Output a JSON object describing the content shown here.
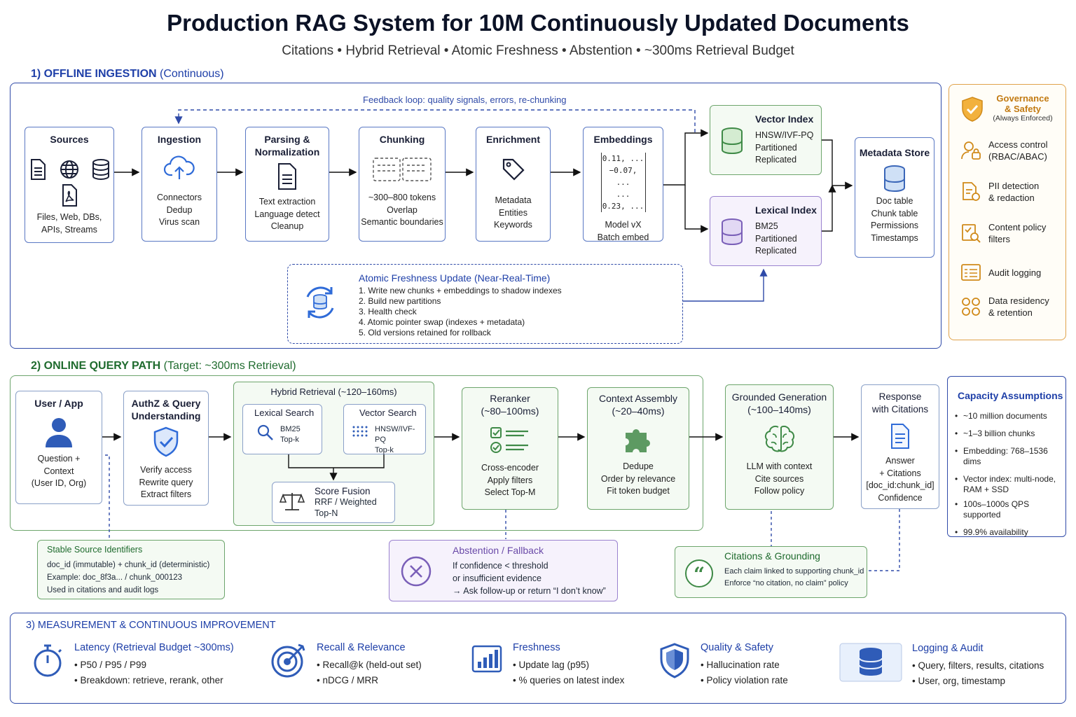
{
  "header": {
    "title": "Production RAG System for 10M Continuously Updated Documents",
    "subtitle": "Citations • Hybrid Retrieval • Atomic Freshness • Abstention • ~300ms Retrieval Budget"
  },
  "section1": {
    "label": "1)  OFFLINE INGESTION",
    "label_suffix": "(Continuous)",
    "feedback": "Feedback loop: quality signals, errors, re-chunking",
    "sources": {
      "title": "Sources",
      "lines": [
        "Files, Web, DBs,",
        "APIs, Streams"
      ]
    },
    "ingestion": {
      "title": "Ingestion",
      "lines": [
        "Connectors",
        "Dedup",
        "Virus scan"
      ]
    },
    "parsing": {
      "title": "Parsing &",
      "title2": "Normalization",
      "lines": [
        "Text extraction",
        "Language detect",
        "Cleanup"
      ]
    },
    "chunking": {
      "title": "Chunking",
      "lines": [
        "~300–800 tokens",
        "Overlap",
        "Semantic boundaries"
      ]
    },
    "enrichment": {
      "title": "Enrichment",
      "lines": [
        "Metadata",
        "Entities",
        "Keywords"
      ]
    },
    "embeddings": {
      "title": "Embeddings",
      "vec": [
        "0.11,   ...",
        "−0.07,   ...",
        "...",
        "0.23,   ..."
      ],
      "lines": [
        "Model vX",
        "Batch embed"
      ]
    },
    "vector_index": {
      "title": "Vector Index",
      "lines": [
        "HNSW/IVF-PQ",
        "Partitioned",
        "Replicated"
      ]
    },
    "lexical_index": {
      "title": "Lexical Index",
      "lines": [
        "BM25",
        "Partitioned",
        "Replicated"
      ]
    },
    "metadata_store": {
      "title": "Metadata Store",
      "lines": [
        "Doc table",
        "Chunk table",
        "Permissions",
        "Timestamps"
      ]
    },
    "freshness": {
      "title": "Atomic Freshness Update (Near-Real-Time)",
      "steps": [
        "1. Write new chunks + embeddings to shadow indexes",
        "2. Build new partitions",
        "3. Health check",
        "4. Atomic pointer swap (indexes + metadata)",
        "5. Old versions retained for rollback"
      ]
    }
  },
  "governance": {
    "title": "Governance",
    "title2": "& Safety",
    "note": "(Always Enforced)",
    "items": [
      {
        "l1": "Access control",
        "l2": "(RBAC/ABAC)"
      },
      {
        "l1": "PII detection",
        "l2": "& redaction"
      },
      {
        "l1": "Content policy",
        "l2": "filters"
      },
      {
        "l1": "Audit logging",
        "l2": ""
      },
      {
        "l1": "Data residency",
        "l2": "& retention"
      }
    ]
  },
  "section2": {
    "label": "2)  ONLINE QUERY PATH",
    "label_suffix": "(Target: ~300ms Retrieval)",
    "user": {
      "title": "User / App",
      "lines": [
        "Question +",
        "Context",
        "(User ID, Org)"
      ]
    },
    "authz": {
      "title": "AuthZ & Query",
      "title2": "Understanding",
      "lines": [
        "Verify access",
        "Rewrite query",
        "Extract filters"
      ]
    },
    "hybrid": {
      "title": "Hybrid Retrieval  (~120–160ms)",
      "lexical": {
        "title": "Lexical Search",
        "l1": "BM25",
        "l2": "Top-k"
      },
      "vector": {
        "title": "Vector Search",
        "l1": "HNSW/IVF-PQ",
        "l2": "Top-k"
      },
      "fusion": {
        "title": "Score Fusion",
        "l1": "RRF / Weighted",
        "l2": "Top-N"
      }
    },
    "reranker": {
      "title": "Reranker",
      "title2": "(~80–100ms)",
      "lines": [
        "Cross-encoder",
        "Apply filters",
        "Select Top-M"
      ]
    },
    "context": {
      "title": "Context Assembly",
      "title2": "(~20–40ms)",
      "lines": [
        "Dedupe",
        "Order by relevance",
        "Fit token budget"
      ]
    },
    "generation": {
      "title": "Grounded Generation",
      "title2": "(~100–140ms)",
      "lines": [
        "LLM with context",
        "Cite sources",
        "Follow policy"
      ]
    },
    "response": {
      "title": "Response",
      "title2": "with Citations",
      "lines": [
        "Answer",
        "+ Citations",
        "[doc_id:chunk_id]",
        "Confidence"
      ]
    },
    "stable_ids": {
      "title": "Stable Source Identifiers",
      "lines": [
        "doc_id  (immutable)  +  chunk_id (deterministic)",
        "Example: doc_8f3a...  /  chunk_000123",
        "Used in citations and audit logs"
      ]
    },
    "abstention": {
      "title": "Abstention / Fallback",
      "lines": [
        "If confidence < threshold",
        "or insufficient evidence",
        "→ Ask follow-up or return “I don’t know”"
      ]
    },
    "citations": {
      "title": "Citations & Grounding",
      "lines": [
        "Each claim linked to supporting chunk_id",
        "Enforce “no citation, no claim” policy"
      ]
    }
  },
  "capacity": {
    "title": "Capacity Assumptions",
    "items": [
      "~10 million documents",
      "~1–3 billion chunks",
      "Embedding: 768–1536 dims",
      "Vector index: multi-node, RAM + SSD",
      "100s–1000s QPS supported",
      "99.9% availability"
    ]
  },
  "section3": {
    "label": "3)  MEASUREMENT & CONTINUOUS IMPROVEMENT",
    "items": [
      {
        "title": "Latency (Retrieval Budget ~300ms)",
        "l1": "• P50 / P95 / P99",
        "l2": "• Breakdown: retrieve, rerank, other",
        "icon": "stopwatch-icon"
      },
      {
        "title": "Recall & Relevance",
        "l1": "• Recall@k (held-out set)",
        "l2": "• nDCG / MRR",
        "icon": "target-icon"
      },
      {
        "title": "Freshness",
        "l1": "• Update lag (p95)",
        "l2": "• % queries on latest index",
        "icon": "bar-chart-icon"
      },
      {
        "title": "Quality & Safety",
        "l1": "• Hallucination rate",
        "l2": "• Policy violation rate",
        "icon": "shield-icon"
      },
      {
        "title": "Logging & Audit",
        "l1": "• Query, filters, results, citations",
        "l2": "• User, org, timestamp",
        "icon": "database-icon"
      }
    ]
  },
  "colors": {
    "blue": "#2f4aa8",
    "green": "#6da56c",
    "purple": "#9a82cf",
    "orange": "#e0a24a"
  }
}
